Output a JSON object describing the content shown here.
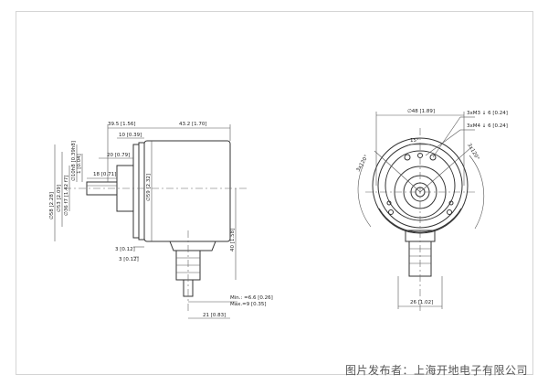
{
  "side_view": {
    "dims": {
      "d_39_5": "39.5 [1.56]",
      "d_43_2": "43.2 [1.70]",
      "d_10": "10 [0.39]",
      "d_20": "20 [0.79]",
      "d_18": "18 [0.71]",
      "d_58": "∅58 [2.28]",
      "d_53": "∅53 [2.09]",
      "d_36": "∅36 f7 [1.42 f7]",
      "d_10_shaft": "∅10h8 [0.39h8]",
      "d_1": "1 [0.04]",
      "d_59": "∅59 [2.32]",
      "d_3a": "3 [0.12]",
      "d_3b": "3 [0.12]",
      "d_40": "40 [1.58]",
      "d_min": "Min.: =6.6 [0.26]",
      "d_max": "Max.=9 [0.35]",
      "d_21": "21 [0.83]"
    }
  },
  "front_view": {
    "dims": {
      "d_48": "∅48 [1.89]",
      "d_m3": "3xM3 ↓ 6 [0.24]",
      "d_m4": "3xM4 ↓ 6 [0.24]",
      "d_15": "15°",
      "d_120a": "3x120°",
      "d_120b": "3x120°",
      "d_26": "26 [1.02]"
    }
  },
  "watermark": "图片发布者：上海开地电子有限公司"
}
